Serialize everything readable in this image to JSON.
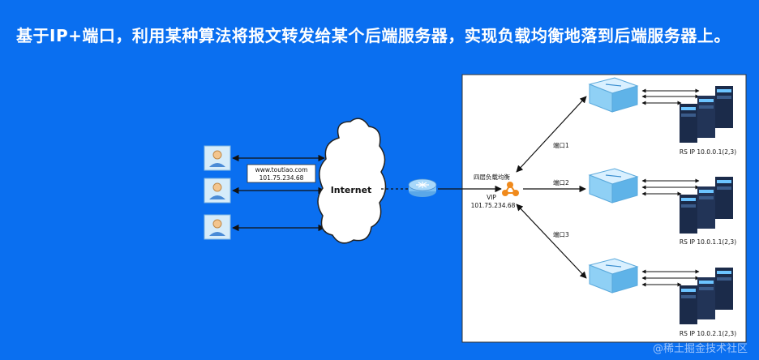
{
  "headline": "基于IP+端口，利用某种算法将报文转发给某个后端服务器，实现负载均衡地落到后端服务器上。",
  "domain_box": {
    "host": "www.toutiao.com",
    "ip": "101.75.234.68"
  },
  "cloud_label": "Internet",
  "lb": {
    "label": "四层负载均衡",
    "vip_label": "VIP",
    "vip_ip": "101.75.234.68"
  },
  "ports": [
    "端口1",
    "端口2",
    "端口3"
  ],
  "rs_labels": [
    "RS IP 10.0.0.1(2,3)",
    "RS IP 10.0.1.1(2,3)",
    "RS IP 10.0.2.1(2,3)"
  ],
  "watermark": "@稀土掘金技术社区",
  "colors": {
    "background": "#0a6ff0",
    "switch": "#7ec8f2",
    "server": "#1b2b4a",
    "lb": "#f08a1c"
  }
}
